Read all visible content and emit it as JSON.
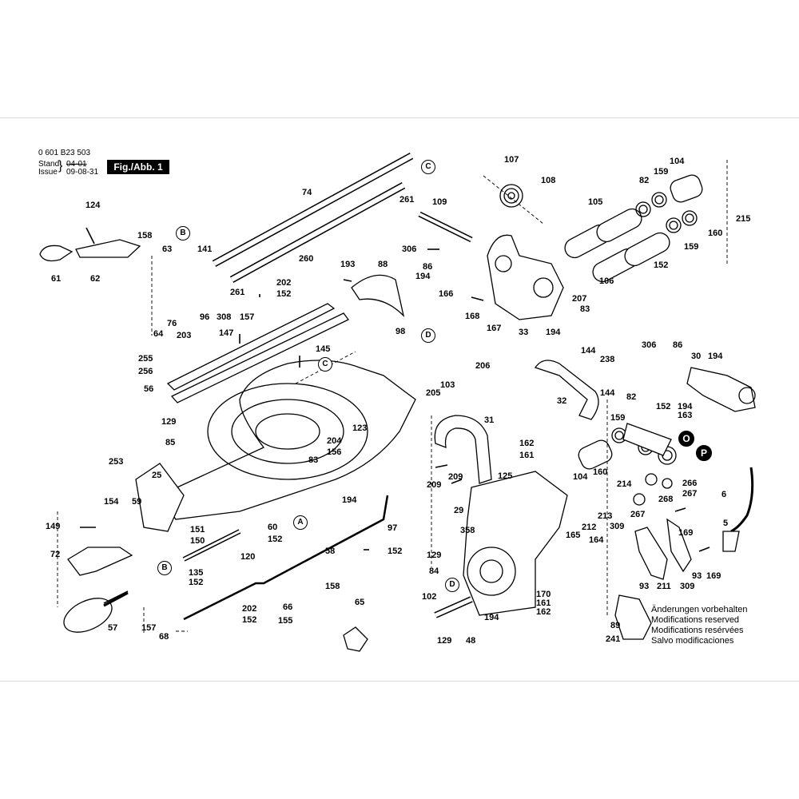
{
  "header": {
    "part_number": "0 601 B23 503",
    "stand_label": "Stand",
    "issue_label": "Issue",
    "stand_date": "04-01",
    "issue_date": "09-08-31",
    "figure_label": "Fig./Abb. 1"
  },
  "modifications_note": [
    "Änderungen vorbehalten",
    "Modifications reserved",
    "Modifications resérvées",
    "Salvo modificaciones"
  ],
  "reference_markers": [
    "A",
    "B",
    "C",
    "D"
  ],
  "solid_markers": [
    "O",
    "P"
  ],
  "part_labels": [
    "124",
    "158",
    "61",
    "62",
    "63",
    "141",
    "64",
    "76",
    "96",
    "203",
    "308",
    "157",
    "261",
    "202",
    "152",
    "74",
    "260",
    "261",
    "107",
    "108",
    "109",
    "306",
    "86",
    "194",
    "193",
    "88",
    "166",
    "168",
    "167",
    "33",
    "105",
    "106",
    "104",
    "159",
    "82",
    "152",
    "159",
    "160",
    "215",
    "207",
    "83",
    "194",
    "255",
    "256",
    "56",
    "147",
    "145",
    "98",
    "205",
    "103",
    "206",
    "129",
    "85",
    "204",
    "156",
    "123",
    "83",
    "253",
    "25",
    "154",
    "59",
    "194",
    "149",
    "151",
    "150",
    "60",
    "152",
    "72",
    "135",
    "120",
    "152",
    "97",
    "58",
    "152",
    "57",
    "157",
    "68",
    "202",
    "152",
    "66",
    "155",
    "158",
    "65",
    "144",
    "238",
    "144",
    "32",
    "306",
    "86",
    "30",
    "194",
    "152",
    "194",
    "163",
    "82",
    "159",
    "31",
    "162",
    "161",
    "125",
    "209",
    "209",
    "104",
    "160",
    "214",
    "266",
    "267",
    "29",
    "212",
    "213",
    "267",
    "268",
    "309",
    "169",
    "6",
    "5",
    "358",
    "165",
    "164",
    "129",
    "84",
    "93",
    "211",
    "93",
    "309",
    "169",
    "102",
    "170",
    "161",
    "162",
    "194",
    "129",
    "48",
    "89",
    "241"
  ],
  "colors": {
    "line": "#000000",
    "rule": "#d8d8d8",
    "badge": "#000000"
  }
}
